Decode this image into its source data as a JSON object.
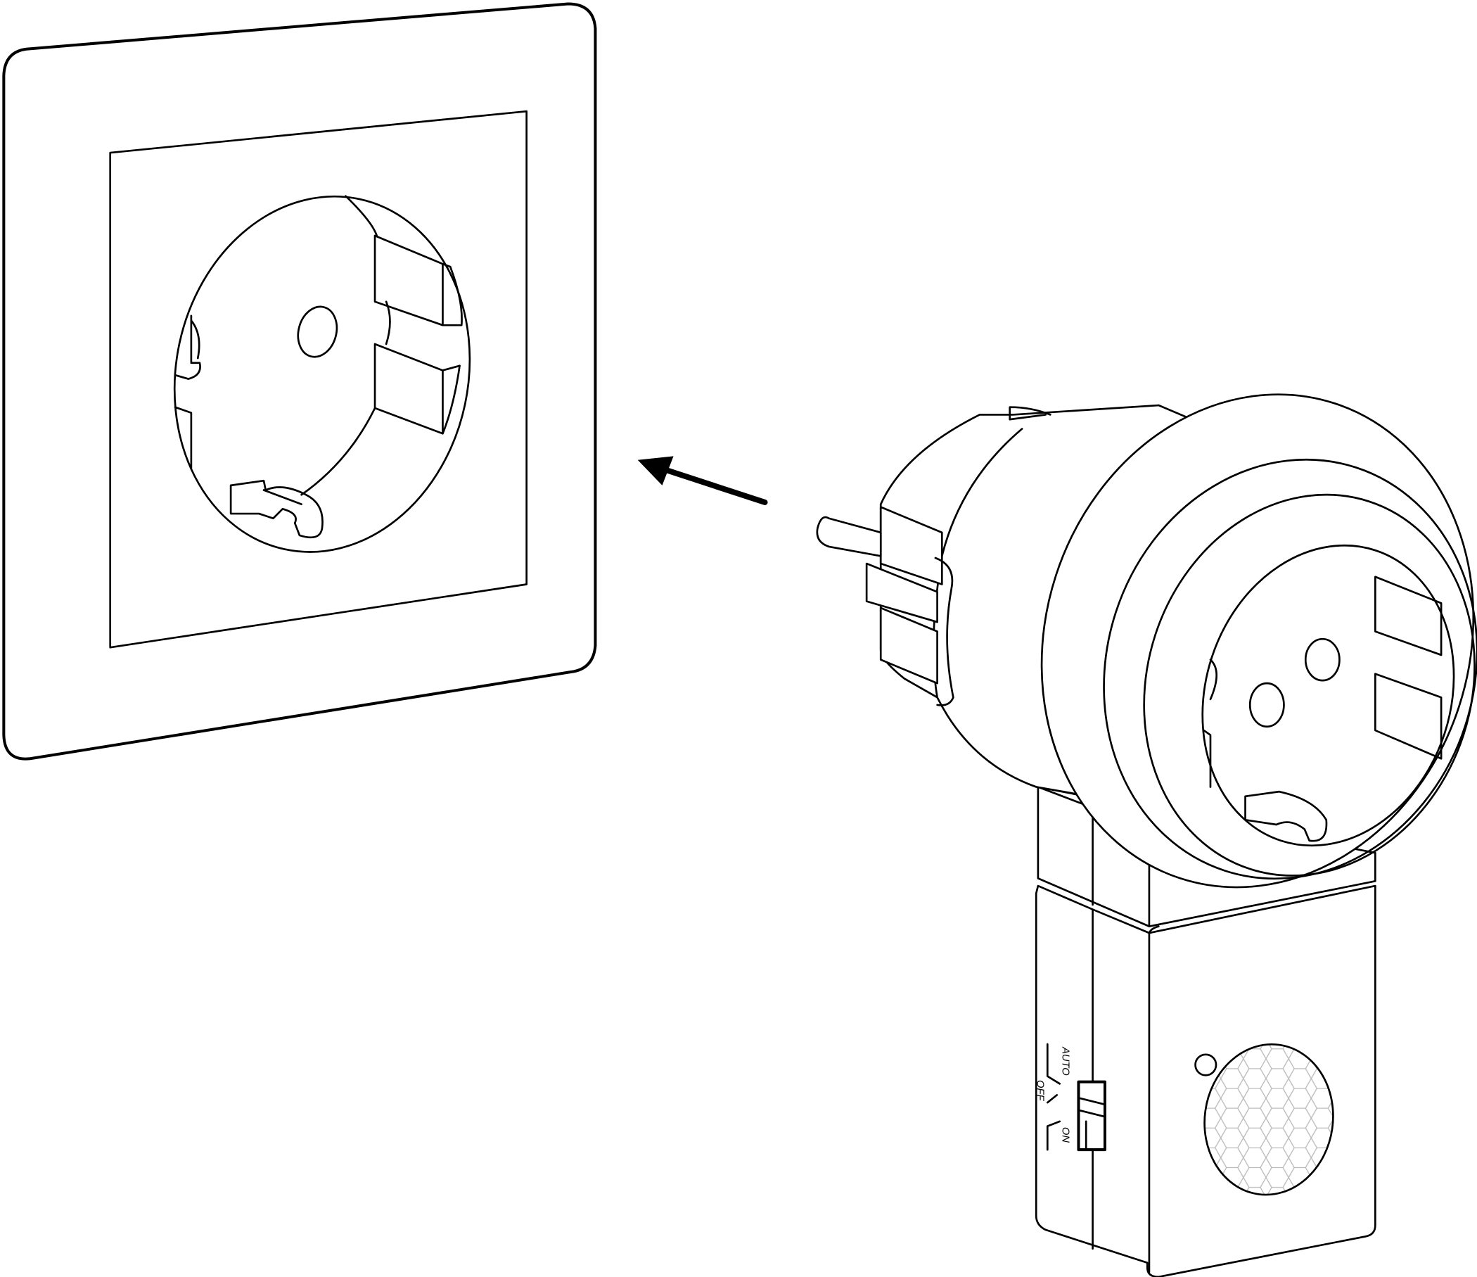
{
  "diagram": {
    "switch_labels": {
      "auto": "AUTO",
      "off": "OFF",
      "on": "ON"
    },
    "colors": {
      "line": "#000000",
      "background": "#ffffff",
      "sensor_grid": "#bbbbbb"
    }
  }
}
